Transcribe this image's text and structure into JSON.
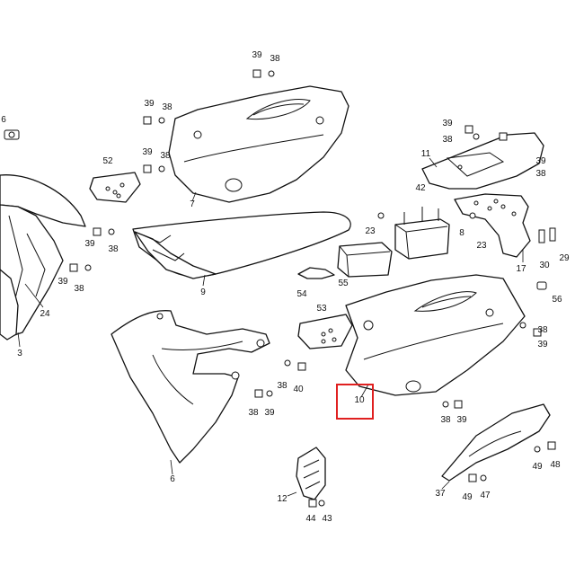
{
  "diagram": {
    "highlight_color": "#e02020",
    "line_color": "#111111",
    "labels": {
      "p1": "6",
      "p2": "24",
      "p3": "3",
      "p4": "39",
      "p5": "38",
      "p6": "39",
      "p7": "38",
      "p8": "52",
      "p9": "39",
      "p10": "38",
      "p11": "39",
      "p12": "38",
      "p13": "39",
      "p14": "38",
      "p15": "7",
      "p16": "9",
      "p17": "54",
      "p18": "55",
      "p19": "53",
      "p20": "6",
      "p21": "38",
      "p22": "40",
      "p23": "38",
      "p24": "39",
      "p25": "10",
      "p26": "12",
      "p27": "44",
      "p28": "43",
      "p29": "39",
      "p30": "38",
      "p31": "11",
      "p32": "39",
      "p33": "38",
      "p34": "42",
      "p35": "23",
      "p36": "8",
      "p37": "23",
      "p38": "17",
      "p39": "30",
      "p40": "29",
      "p41": "56",
      "p42": "38",
      "p43": "39",
      "p44": "38",
      "p45": "39",
      "p46": "37",
      "p47": "49",
      "p48": "48",
      "p49": "49",
      "p50": "47"
    }
  }
}
